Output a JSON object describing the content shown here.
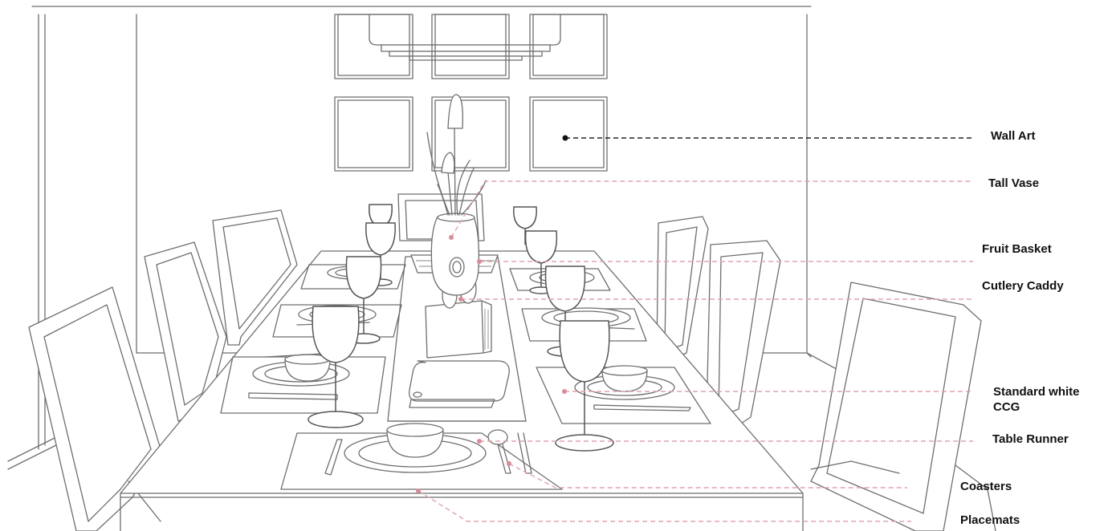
{
  "callouts": [
    {
      "id": "wall-art",
      "label": "Wall Art",
      "style": "black"
    },
    {
      "id": "tall-vase",
      "label": "Tall Vase",
      "style": "red"
    },
    {
      "id": "fruit-basket",
      "label": "Fruit Basket",
      "style": "red"
    },
    {
      "id": "cutlery-caddy",
      "label": "Cutlery Caddy",
      "style": "red"
    },
    {
      "id": "standard-white-ccg",
      "label": "Standard  white\nCCG",
      "style": "red"
    },
    {
      "id": "table-runner",
      "label": "Table Runner",
      "style": "red"
    },
    {
      "id": "coasters",
      "label": "Coasters",
      "style": "red"
    },
    {
      "id": "placemats",
      "label": "Placemats",
      "style": "red"
    }
  ],
  "colors": {
    "line_art": "#6e6e6e",
    "callout_red": "#e0a3ad",
    "callout_black": "#222222"
  }
}
